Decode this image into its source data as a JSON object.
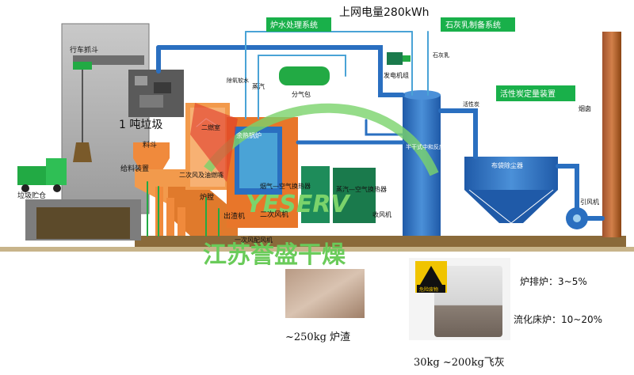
{
  "labels": {
    "grid_power": "上网电量280kWh",
    "boiler_water": "炉水处理系统",
    "lime_slurry": "石灰乳制备系统",
    "activated_carbon": "活性炭定量装置",
    "crane_bucket": "行车抓斗",
    "waste_amount": "1 吨垃圾",
    "garbage_pit": "垃圾贮仓",
    "feeder": "给料装置",
    "hopper": "料斗",
    "secondary_air_burner": "二次风及油燃嘴",
    "furnace": "炉膛",
    "slag_remover": "出渣机",
    "secondary_fan": "二次风机",
    "primary_fan": "一次风配风机",
    "combustion_chamber": "二燃室",
    "waste_boiler": "余热锅炉",
    "flue_heat_exchanger": "烟气—空气换热器",
    "steam_air_heater": "蒸汽—空气换热器",
    "steam_drum": "分气包",
    "steam": "蒸汽",
    "softened_water": "除氧软水",
    "generator": "发电机组",
    "lime_milk": "石灰乳",
    "activated_carbon_short": "活性炭",
    "semi_dry_tower": "半干式中和反应塔",
    "bag_filter": "布袋除尘器",
    "chimney": "烟囱",
    "induced_fan": "引风机",
    "collector_fan": "收风机",
    "watermark_company": "江苏誉盛干燥",
    "watermark_brand": "YESERV",
    "hazard_label": "危险废物",
    "slag_amount": "~250kg 炉渣",
    "fly_ash_amount": "30kg ~200kg飞灰",
    "grate_furnace": "炉排炉：3~5%",
    "fluidized_bed": "流化床炉：10~20%"
  },
  "colors": {
    "pipe_blue": "#2a6fc0",
    "pipe_light": "#4aa3d6",
    "label_green": "#19b04a",
    "steel_orange": "#f08a3c",
    "ground": "#8a6a3a",
    "watermark_green": "#7bd36b"
  }
}
